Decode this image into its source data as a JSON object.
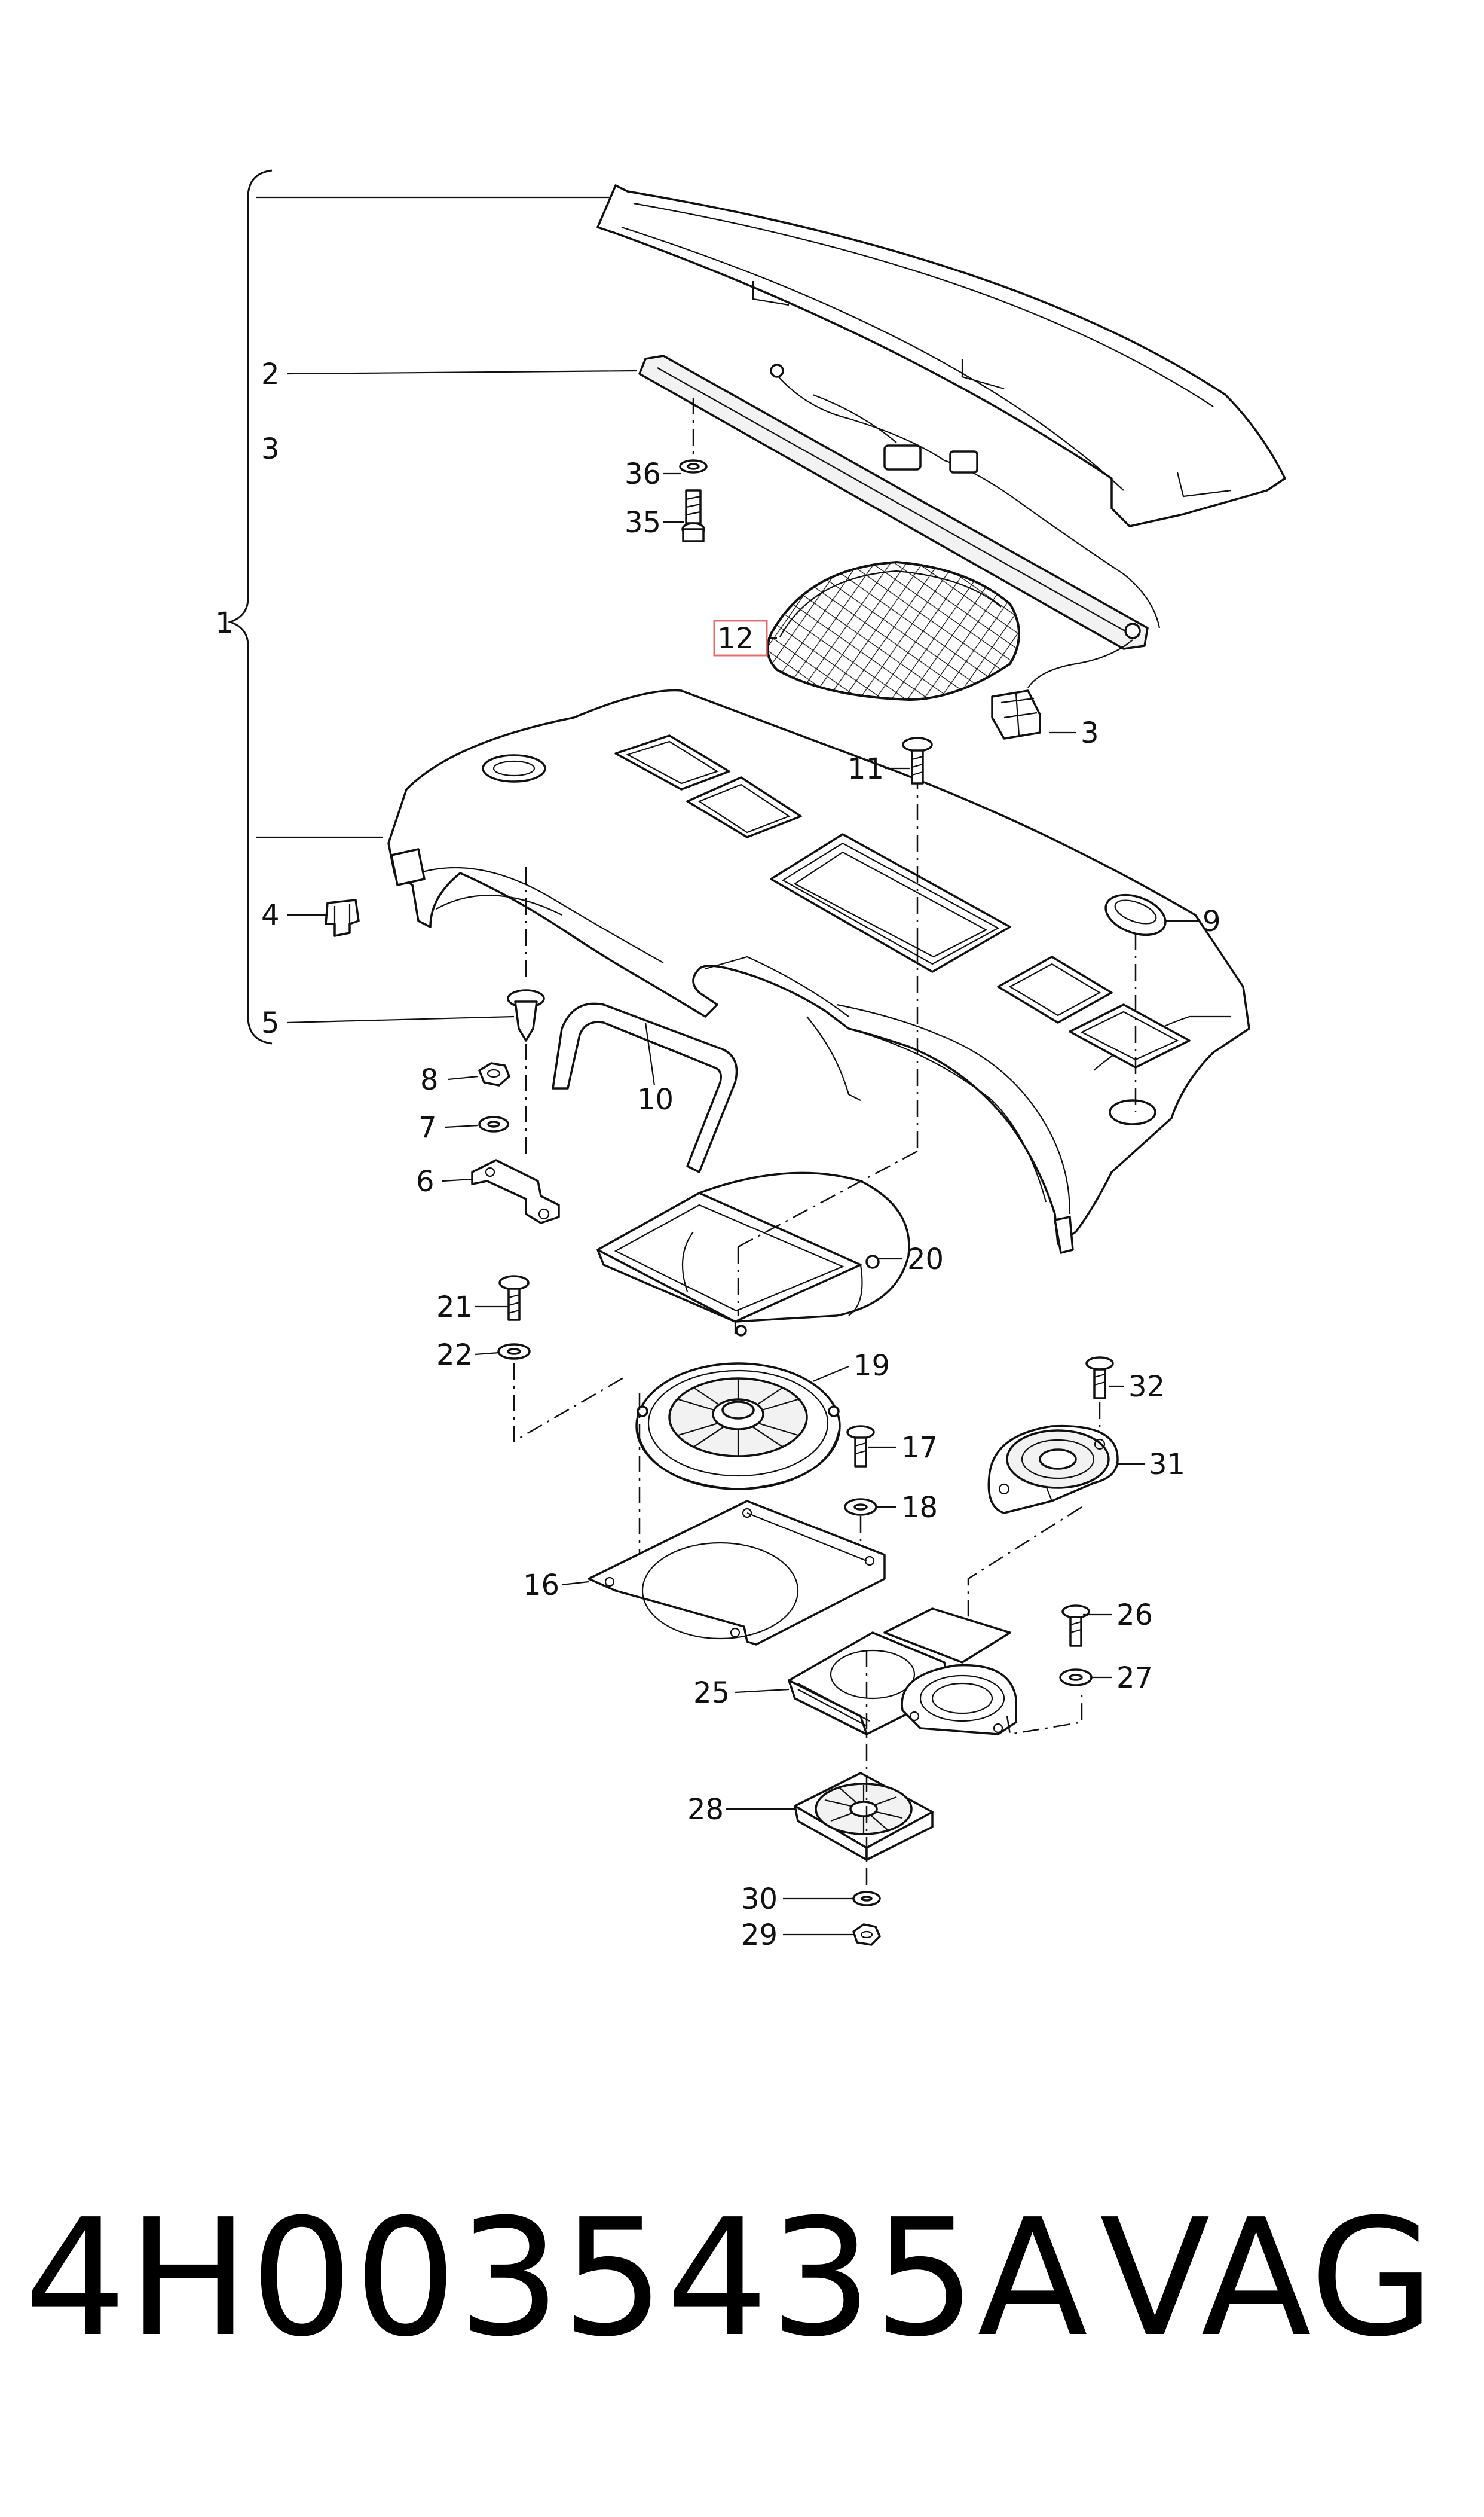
{
  "diagram": {
    "callouts": [
      {
        "id": "1",
        "label": "1"
      },
      {
        "id": "2",
        "label": "2"
      },
      {
        "id": "3a",
        "label": "3"
      },
      {
        "id": "3b",
        "label": "3"
      },
      {
        "id": "4",
        "label": "4"
      },
      {
        "id": "5",
        "label": "5"
      },
      {
        "id": "6",
        "label": "6"
      },
      {
        "id": "7",
        "label": "7"
      },
      {
        "id": "8",
        "label": "8"
      },
      {
        "id": "9",
        "label": "9"
      },
      {
        "id": "10",
        "label": "10"
      },
      {
        "id": "11",
        "label": "11"
      },
      {
        "id": "12",
        "label": "12"
      },
      {
        "id": "16",
        "label": "16"
      },
      {
        "id": "17",
        "label": "17"
      },
      {
        "id": "18",
        "label": "18"
      },
      {
        "id": "19",
        "label": "19"
      },
      {
        "id": "20",
        "label": "20"
      },
      {
        "id": "21",
        "label": "21"
      },
      {
        "id": "22",
        "label": "22"
      },
      {
        "id": "25",
        "label": "25"
      },
      {
        "id": "26",
        "label": "26"
      },
      {
        "id": "27",
        "label": "27"
      },
      {
        "id": "28",
        "label": "28"
      },
      {
        "id": "29",
        "label": "29"
      },
      {
        "id": "30",
        "label": "30"
      },
      {
        "id": "31",
        "label": "31"
      },
      {
        "id": "32",
        "label": "32"
      },
      {
        "id": "35",
        "label": "35"
      },
      {
        "id": "36",
        "label": "36"
      }
    ],
    "highlighted_callout": "12",
    "highlight_color": "#e07070"
  },
  "footer": {
    "part_number": "4H0035435A",
    "brand": "VAG"
  }
}
